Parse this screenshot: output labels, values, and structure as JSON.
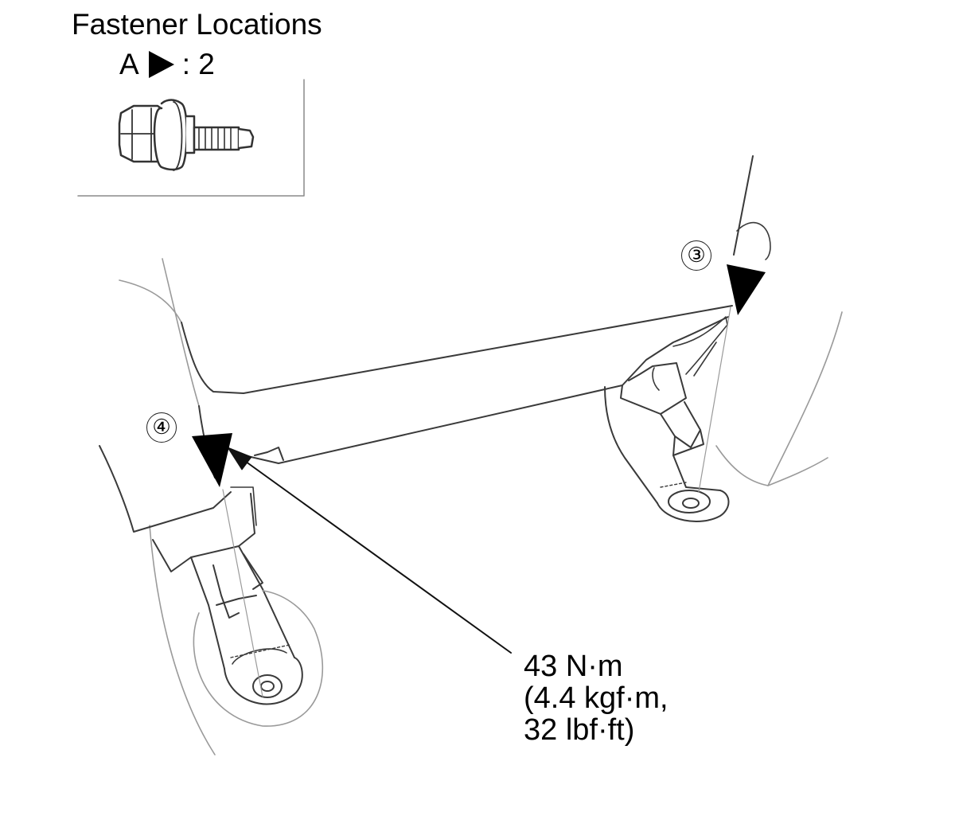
{
  "legend": {
    "title": "Fastener Locations",
    "letter": "A",
    "count_text": ": 2",
    "fastener_icon": "flange-bolt-icon",
    "marker_icon": "triangle-right-icon"
  },
  "callouts": [
    {
      "id": "3",
      "label": "③"
    },
    {
      "id": "4",
      "label": "④"
    }
  ],
  "torque_spec": {
    "line1": "43 N·m",
    "line2": "(4.4 kgf·m,",
    "line3": "32 lbf·ft)"
  },
  "colors": {
    "line": "#3a3a3a",
    "light_line": "#9a9a9a",
    "marker": "#000000",
    "background": "#ffffff"
  }
}
